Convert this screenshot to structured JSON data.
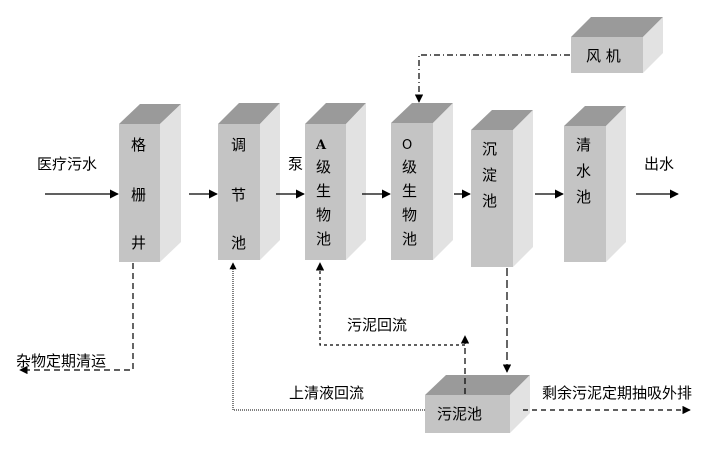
{
  "units": [
    {
      "id": "grating-well",
      "chars": [
        "格",
        "栅",
        "井"
      ]
    },
    {
      "id": "regulating-tank",
      "chars": [
        "调",
        "节",
        "池"
      ]
    },
    {
      "id": "a-bio-tank",
      "chars": [
        "A",
        "级",
        "生",
        "物",
        "池"
      ]
    },
    {
      "id": "o-bio-tank",
      "chars": [
        "O",
        "级",
        "生",
        "物",
        "池"
      ]
    },
    {
      "id": "sedimentation-tank",
      "chars": [
        "沉",
        "淀",
        "池"
      ]
    },
    {
      "id": "clear-water-tank",
      "chars": [
        "清",
        "水",
        "池"
      ]
    }
  ],
  "blower": "风 机",
  "sludge_tank": "污泥池",
  "labels": {
    "inflow": "医疗污水",
    "pump": "泵",
    "outflow": "出水",
    "debris": "杂物定期清运",
    "sludge_return": "污泥回流",
    "supernatant_return": "上清液回流",
    "excess_sludge": "剩余污泥定期抽吸外排"
  }
}
